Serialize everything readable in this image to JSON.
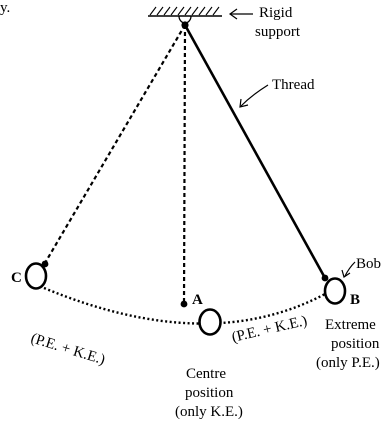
{
  "fragment_top_left": "y.",
  "labels": {
    "rigid_support_line1": "Rigid",
    "rigid_support_line2": "support",
    "thread": "Thread",
    "bob": "Bob",
    "point_a": "A",
    "point_b": "B",
    "point_c": "C",
    "energy_left_arc": "(P.E. + K.E.)",
    "energy_right_arc": "(P.E. + K.E.)",
    "extreme_line1": "Extreme",
    "extreme_line2": "position",
    "extreme_line3": "(only P.E.)",
    "centre_line1": "Centre",
    "centre_line2": "position",
    "centre_line3": "(only K.E.)"
  },
  "colors": {
    "ink": "#000000",
    "background": "#ffffff"
  }
}
